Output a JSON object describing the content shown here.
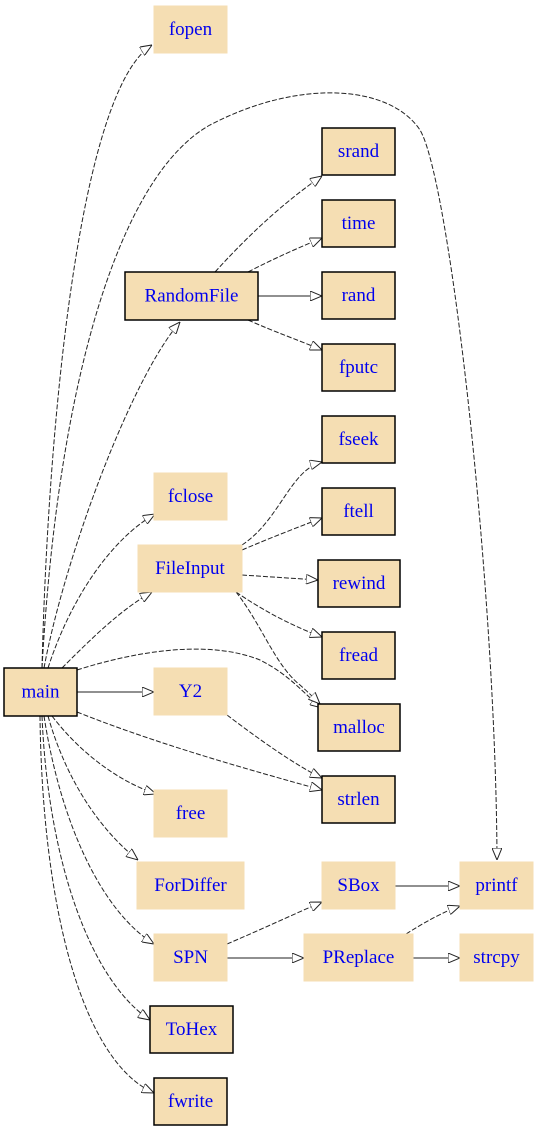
{
  "graph": {
    "nodes": [
      {
        "id": "main",
        "label": "main",
        "border": "dark",
        "link": true
      },
      {
        "id": "fopen",
        "label": "fopen",
        "border": "light",
        "link": true
      },
      {
        "id": "RandomFile",
        "label": "RandomFile",
        "border": "dark",
        "link": true
      },
      {
        "id": "srand",
        "label": "srand",
        "border": "dark",
        "link": true
      },
      {
        "id": "time",
        "label": "time",
        "border": "dark",
        "link": true
      },
      {
        "id": "rand",
        "label": "rand",
        "border": "dark",
        "link": true
      },
      {
        "id": "fputc",
        "label": "fputc",
        "border": "dark",
        "link": true
      },
      {
        "id": "fseek",
        "label": "fseek",
        "border": "dark",
        "link": true
      },
      {
        "id": "ftell",
        "label": "ftell",
        "border": "dark",
        "link": true
      },
      {
        "id": "fclose",
        "label": "fclose",
        "border": "light",
        "link": true
      },
      {
        "id": "FileInput",
        "label": "FileInput",
        "border": "light",
        "link": true
      },
      {
        "id": "rewind",
        "label": "rewind",
        "border": "dark",
        "link": true
      },
      {
        "id": "fread",
        "label": "fread",
        "border": "dark",
        "link": true
      },
      {
        "id": "Y2",
        "label": "Y2",
        "border": "light",
        "link": true
      },
      {
        "id": "malloc",
        "label": "malloc",
        "border": "dark",
        "link": true
      },
      {
        "id": "strlen",
        "label": "strlen",
        "border": "dark",
        "link": true
      },
      {
        "id": "free",
        "label": "free",
        "border": "light",
        "link": true
      },
      {
        "id": "ForDiffer",
        "label": "ForDiffer",
        "border": "light",
        "link": true
      },
      {
        "id": "SBox",
        "label": "SBox",
        "border": "light",
        "link": true
      },
      {
        "id": "printf",
        "label": "printf",
        "border": "light",
        "link": true
      },
      {
        "id": "SPN",
        "label": "SPN",
        "border": "light",
        "link": true
      },
      {
        "id": "PReplace",
        "label": "PReplace",
        "border": "light",
        "link": true
      },
      {
        "id": "strcpy",
        "label": "strcpy",
        "border": "light",
        "link": true
      },
      {
        "id": "ToHex",
        "label": "ToHex",
        "border": "dark",
        "link": true
      },
      {
        "id": "fwrite",
        "label": "fwrite",
        "border": "dark",
        "link": true
      }
    ],
    "edges": [
      {
        "from": "main",
        "to": "fopen"
      },
      {
        "from": "main",
        "to": "printf"
      },
      {
        "from": "main",
        "to": "RandomFile"
      },
      {
        "from": "main",
        "to": "fclose"
      },
      {
        "from": "main",
        "to": "FileInput"
      },
      {
        "from": "main",
        "to": "malloc"
      },
      {
        "from": "main",
        "to": "Y2"
      },
      {
        "from": "main",
        "to": "strlen"
      },
      {
        "from": "main",
        "to": "free"
      },
      {
        "from": "main",
        "to": "ForDiffer"
      },
      {
        "from": "main",
        "to": "SPN"
      },
      {
        "from": "main",
        "to": "ToHex"
      },
      {
        "from": "main",
        "to": "fwrite"
      },
      {
        "from": "RandomFile",
        "to": "srand"
      },
      {
        "from": "RandomFile",
        "to": "time"
      },
      {
        "from": "RandomFile",
        "to": "rand"
      },
      {
        "from": "RandomFile",
        "to": "fputc"
      },
      {
        "from": "FileInput",
        "to": "fseek"
      },
      {
        "from": "FileInput",
        "to": "ftell"
      },
      {
        "from": "FileInput",
        "to": "rewind"
      },
      {
        "from": "FileInput",
        "to": "fread"
      },
      {
        "from": "FileInput",
        "to": "malloc"
      },
      {
        "from": "Y2",
        "to": "strlen"
      },
      {
        "from": "SPN",
        "to": "SBox"
      },
      {
        "from": "SPN",
        "to": "PReplace"
      },
      {
        "from": "SBox",
        "to": "printf"
      },
      {
        "from": "PReplace",
        "to": "printf"
      },
      {
        "from": "PReplace",
        "to": "strcpy"
      }
    ]
  }
}
